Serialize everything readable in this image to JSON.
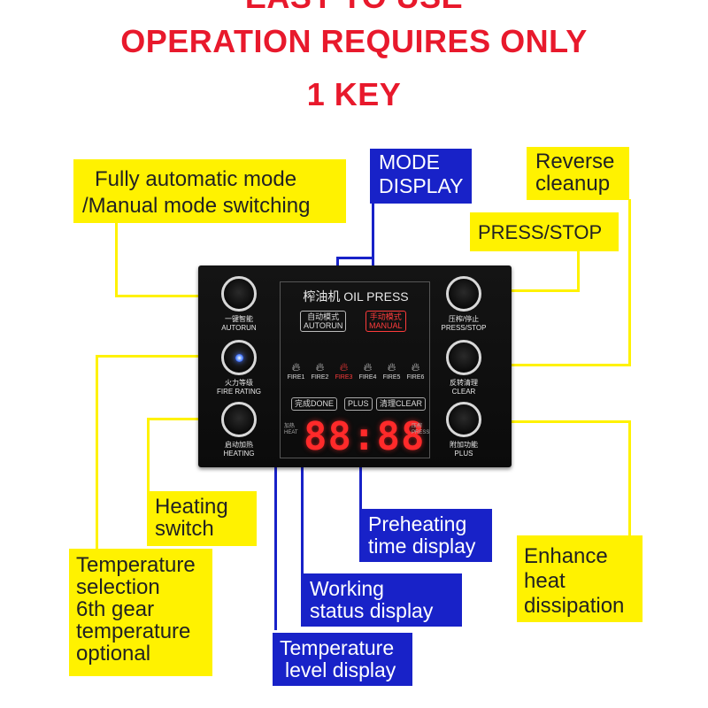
{
  "headline": {
    "cut": "EASY TO USE",
    "line1": "OPERATION REQUIRES ONLY",
    "line2": "1 KEY"
  },
  "callouts": {
    "auto_manual": [
      "Fully automatic mode",
      "/Manual mode switching"
    ],
    "mode_display": [
      "MODE",
      "DISPLAY"
    ],
    "reverse_cleanup": [
      "Reverse",
      "cleanup"
    ],
    "press_stop": "PRESS/STOP",
    "heating_switch": [
      "Heating",
      "switch"
    ],
    "preheating": [
      "Preheating",
      "time display"
    ],
    "enhance": [
      "Enhance",
      "heat",
      "dissipation"
    ],
    "temperature_selection": [
      "Temperature",
      "selection",
      "6th gear",
      "temperature",
      "optional"
    ],
    "working_status": [
      "Working",
      "status display"
    ],
    "temperature_level": [
      "Temperature",
      "level display"
    ]
  },
  "panel": {
    "lcd_title": "榨油机 OIL PRESS",
    "modes": {
      "auto_cn": "自动模式",
      "auto_en": "AUTORUN",
      "manual_cn": "手动模式",
      "manual_en": "MANUAL"
    },
    "fires": [
      "FIRE1",
      "FIRE2",
      "FIRE3",
      "FIRE4",
      "FIRE5",
      "FIRE6"
    ],
    "active_fire": "FIRE3",
    "status": {
      "done": "完成DONE",
      "plus": "PLUS",
      "clear": "清理CLEAR"
    },
    "digits": "88:88",
    "left_small": "加热 HEAT",
    "right_small": "压榨 PRESS",
    "buttons": {
      "autorun_cn": "一键智能",
      "autorun_en": "AUTORUN",
      "fire_cn": "火力等级",
      "fire_en": "FIRE RATING",
      "heating_cn": "启动加热",
      "heating_en": "HEATING",
      "press_cn": "压榨/停止",
      "press_en": "PRESS/STOP",
      "clear_cn": "反转清理",
      "clear_en": "CLEAR",
      "plus_cn": "附加功能",
      "plus_en": "PLUS"
    }
  },
  "colors": {
    "headline": "#e8192c",
    "yellow": "#fff200",
    "blue": "#1822c8",
    "lcd_red": "#ff2a2a"
  }
}
